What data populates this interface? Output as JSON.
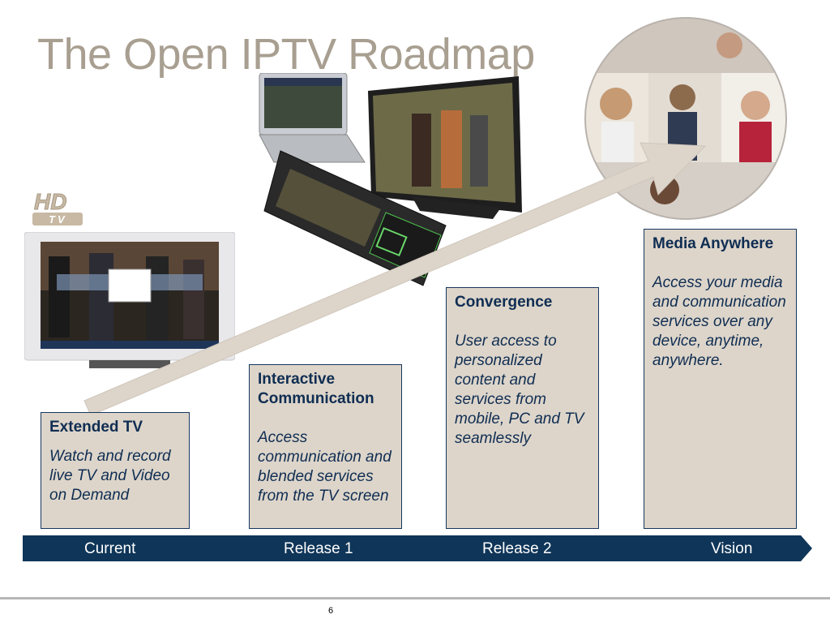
{
  "slide": {
    "title": "The Open IPTV Roadmap",
    "page_number": "6"
  },
  "hd_logo": {
    "line1": "HD",
    "line2": "TV"
  },
  "stages": [
    {
      "heading": "Extended TV",
      "body": "Watch and record live TV and  Video on Demand"
    },
    {
      "heading": "Interactive Communication",
      "body": "Access communication and blended services from the TV screen"
    },
    {
      "heading": "Convergence",
      "body": "User access to personalized content and services from mobile, PC and TV seamlessly"
    },
    {
      "heading": "Media Anywhere",
      "body": "Access your media and communication services over any device, anytime, anywhere."
    }
  ],
  "timeline": [
    "Current",
    "Release 1",
    "Release 2",
    "Vision"
  ],
  "colors": {
    "title": "#a89f91",
    "box_fill": "#ddd5ca",
    "box_border": "#17365d",
    "text_navy": "#0f2d52",
    "timeline_fill": "#0f3558",
    "arrow": "#ddd5ca"
  }
}
